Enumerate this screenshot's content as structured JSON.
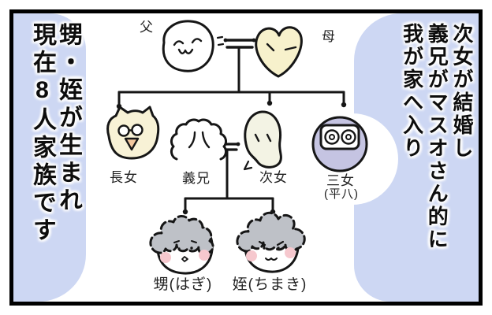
{
  "panel": {
    "captions": {
      "right": "次女が結婚し\n義兄がマスオさん的に\n我が家へ入り",
      "left": "甥・姪が生まれ\n現在8人家族です"
    },
    "family_tree": {
      "father_label": "父",
      "mother_label": "母",
      "eldest_daughter_label": "長女",
      "brother_in_law_label": "義兄",
      "second_daughter_label": "次女",
      "third_daughter_label": "三女",
      "third_daughter_note": "(平八)",
      "nephew_label": "甥(はぎ)",
      "niece_label": "姪(ちまき)"
    },
    "colors": {
      "cloud_blue": "#cdd7f3",
      "ink": "#161616",
      "face_white": "#ffffff",
      "face_cream": "#f7f1cc",
      "face_cat_cream": "#f8f2d6",
      "face_egg": "#f3f3e4",
      "face_lavender": "#c5c4e2",
      "beak_orange": "#f2c79e",
      "cheek_pink": "#f6c8ce",
      "hair_gray": "#bec1c7"
    }
  }
}
